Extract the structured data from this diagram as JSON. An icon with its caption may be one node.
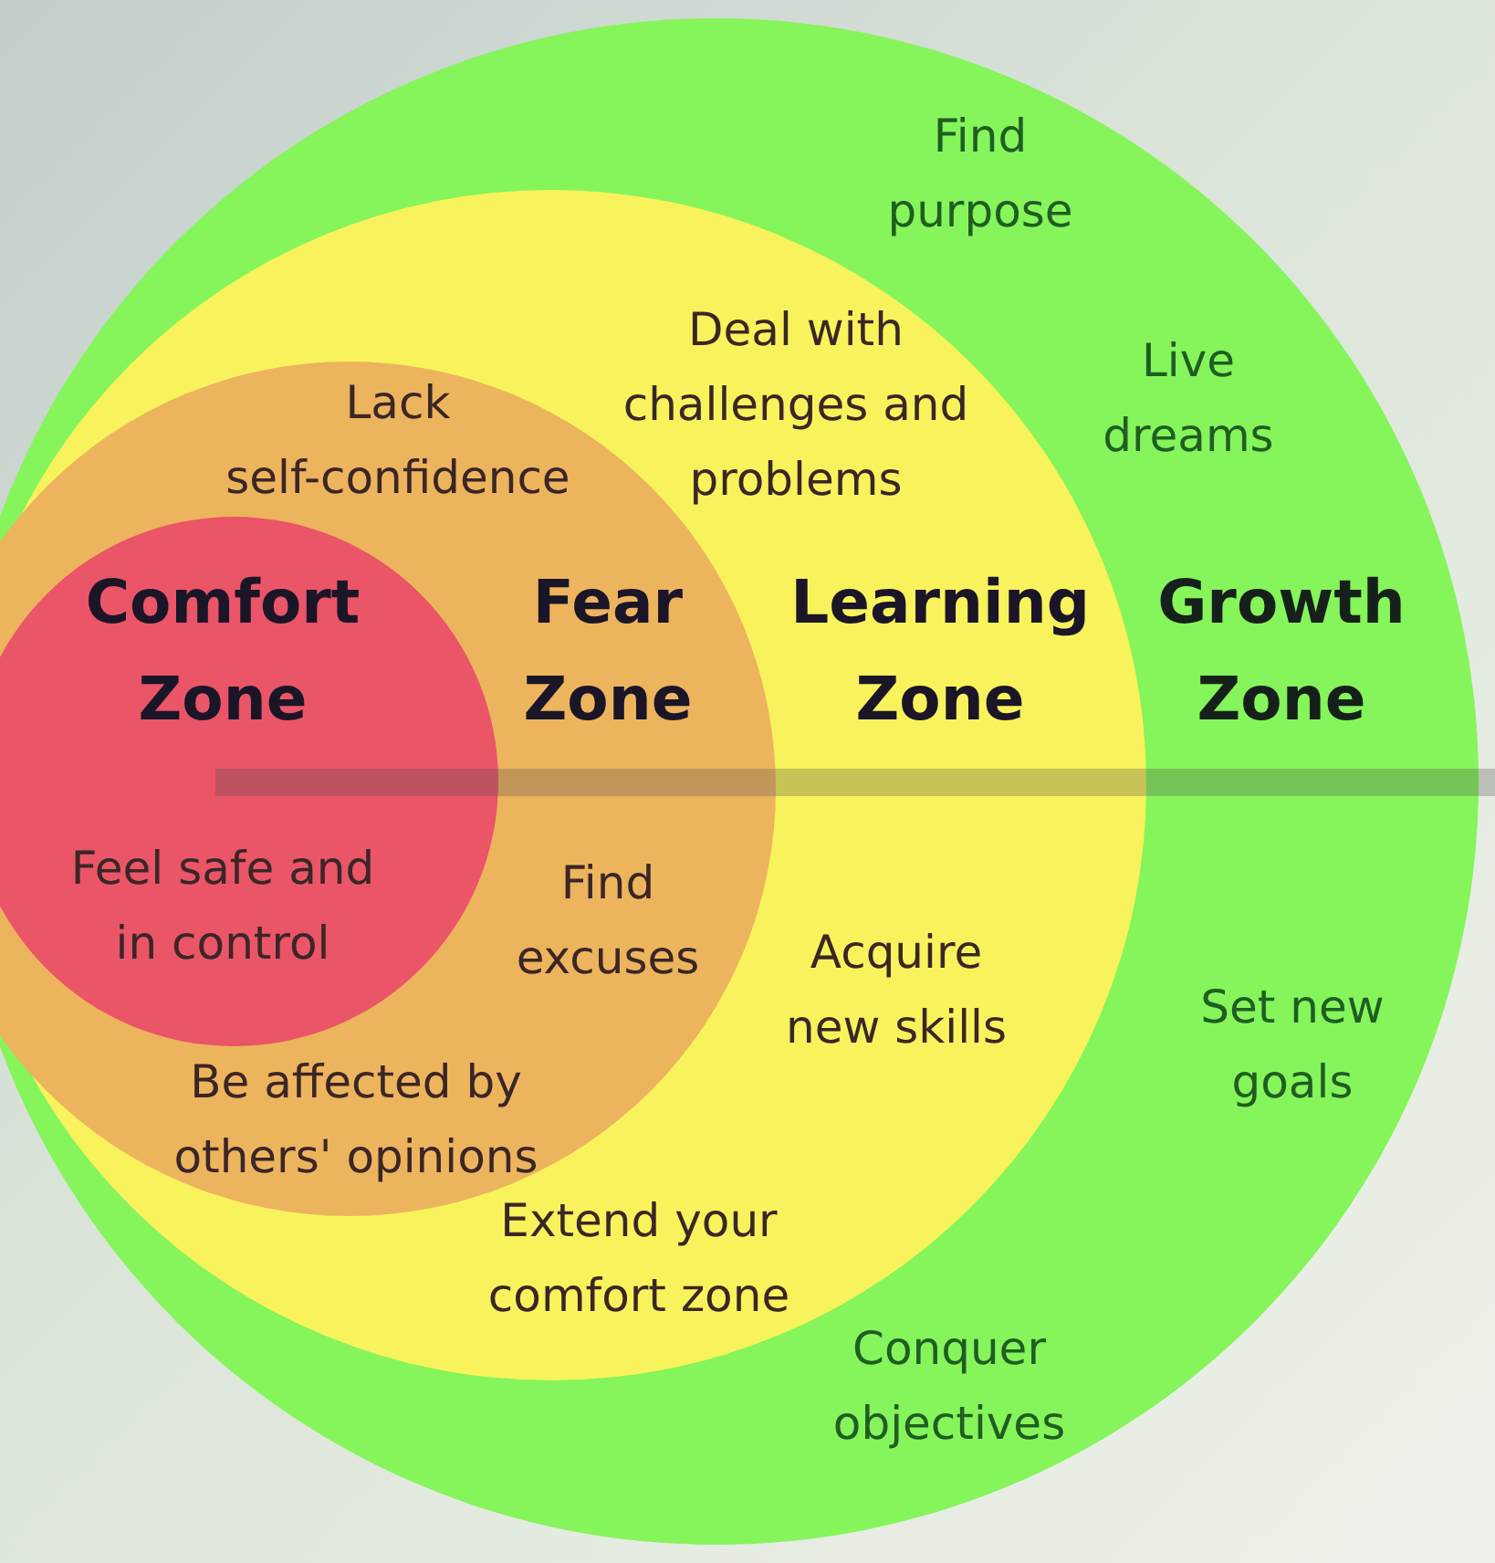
{
  "diagram": {
    "nodes": [
      {
        "text": [
          "Find purpose",
          "Live dreams",
          "Growth Zone",
          "Set new goals",
          "Conquer objectives"
        ]
      },
      {
        "text": [
          "Deal with challenges and problems",
          "Learning Zone",
          "Acquire new skills",
          "Extend your comfort zone"
        ],
        "in": 0
      },
      {
        "text": [
          "Lack self-confidence",
          "Fear Zone",
          "Find excuses",
          "Be affected by others' opinions"
        ],
        "in": 1
      },
      {
        "text": [
          "Comfort Zone",
          "Feel safe and in control"
        ],
        "in": 2
      }
    ]
  }
}
